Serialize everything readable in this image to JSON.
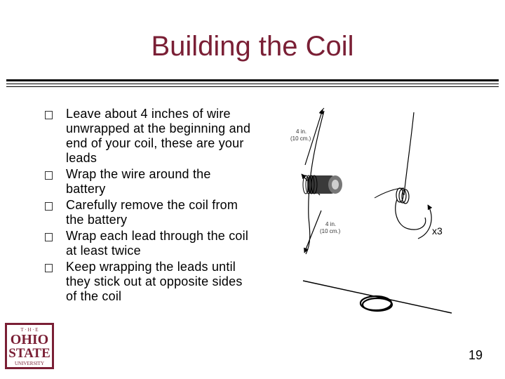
{
  "slide": {
    "title": "Building the Coil",
    "bullets": [
      "Leave about 4 inches of wire unwrapped at the beginning and end of your coil, these are your leads",
      "Wrap the wire around the battery",
      "Carefully remove the coil from the battery",
      "Wrap each lead through the coil at least twice",
      "Keep wrapping the leads until they stick out at opposite sides of the coil"
    ],
    "page_number": "19"
  },
  "figure": {
    "label_top_line1": "4 in.",
    "label_top_line2": "(10 cm.)",
    "label_bottom_line1": "4 in.",
    "label_bottom_line2": "(10 cm.)",
    "repeat_label": "x3"
  },
  "logo": {
    "line1": "T · H · E",
    "line2": "OHIO",
    "line3": "STATE",
    "line4": "UNIVERSITY",
    "color": "#7a1f35"
  }
}
